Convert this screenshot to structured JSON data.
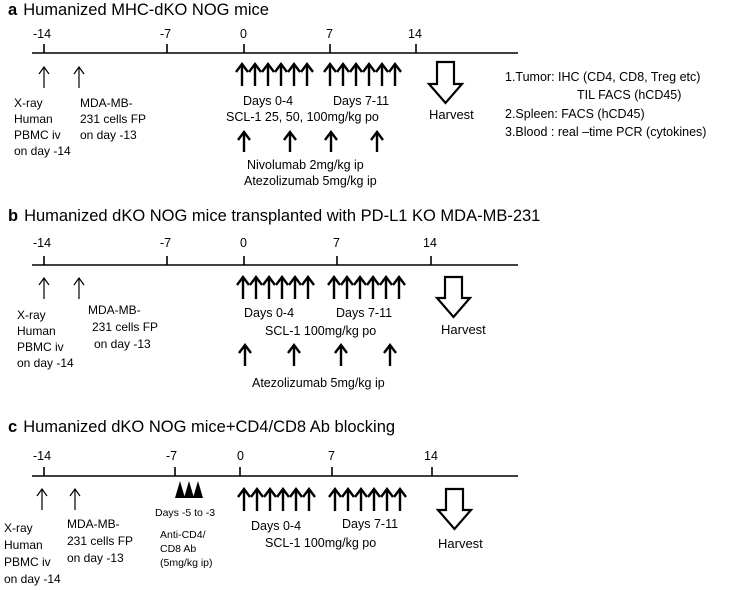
{
  "panels": {
    "a": {
      "letter": "a",
      "title": "Humanized MHC-dKO NOG mice",
      "ticks": [
        "-14",
        "-7",
        "0",
        "7",
        "14"
      ],
      "xray": [
        "X-ray",
        "Human",
        "PBMC iv",
        "on day -14"
      ],
      "mda": [
        "MDA-MB-",
        "231 cells FP",
        "on day -13"
      ],
      "days_a": "Days 0-4",
      "days_b": "Days 7-11",
      "drug": "SCL-1 25, 50, 100mg/kg po",
      "nivolumab": "Nivolumab 2mg/kg ip",
      "atezolizumab": "Atezolizumab 5mg/kg ip",
      "harvest": "Harvest",
      "notes": [
        "1.Tumor: IHC (CD4, CD8, Treg etc)",
        "TIL FACS (hCD45)",
        "2.Spleen: FACS (hCD45)",
        "3.Blood : real –time PCR (cytokines)"
      ]
    },
    "b": {
      "letter": "b",
      "title": "Humanized dKO NOG mice transplanted with PD-L1 KO MDA-MB-231",
      "ticks": [
        "-14",
        "-7",
        "0",
        "7",
        "14"
      ],
      "xray": [
        "X-ray",
        "Human",
        "PBMC iv",
        "on day -14"
      ],
      "mda": [
        "MDA-MB-",
        "231 cells FP",
        "on day -13"
      ],
      "days_a": "Days 0-4",
      "days_b": "Days 7-11",
      "drug": "SCL-1 100mg/kg po",
      "atezolizumab": "Atezolizumab 5mg/kg ip",
      "harvest": "Harvest"
    },
    "c": {
      "letter": "c",
      "title": "Humanized dKO NOG mice+CD4/CD8 Ab blocking",
      "ticks": [
        "-14",
        "-7",
        "0",
        "7",
        "14"
      ],
      "xray": [
        "X-ray",
        "Human",
        "PBMC iv",
        "on day -14"
      ],
      "mda": [
        "MDA-MB-",
        "231 cells FP",
        "on day -13"
      ],
      "block_days": "Days -5 to -3",
      "antibody": [
        "Anti-CD4/",
        "CD8 Ab",
        "(5mg/kg ip)"
      ],
      "days_a": "Days 0-4",
      "days_b": "Days 7-11",
      "drug": "SCL-1 100mg/kg po",
      "harvest": "Harvest"
    }
  }
}
